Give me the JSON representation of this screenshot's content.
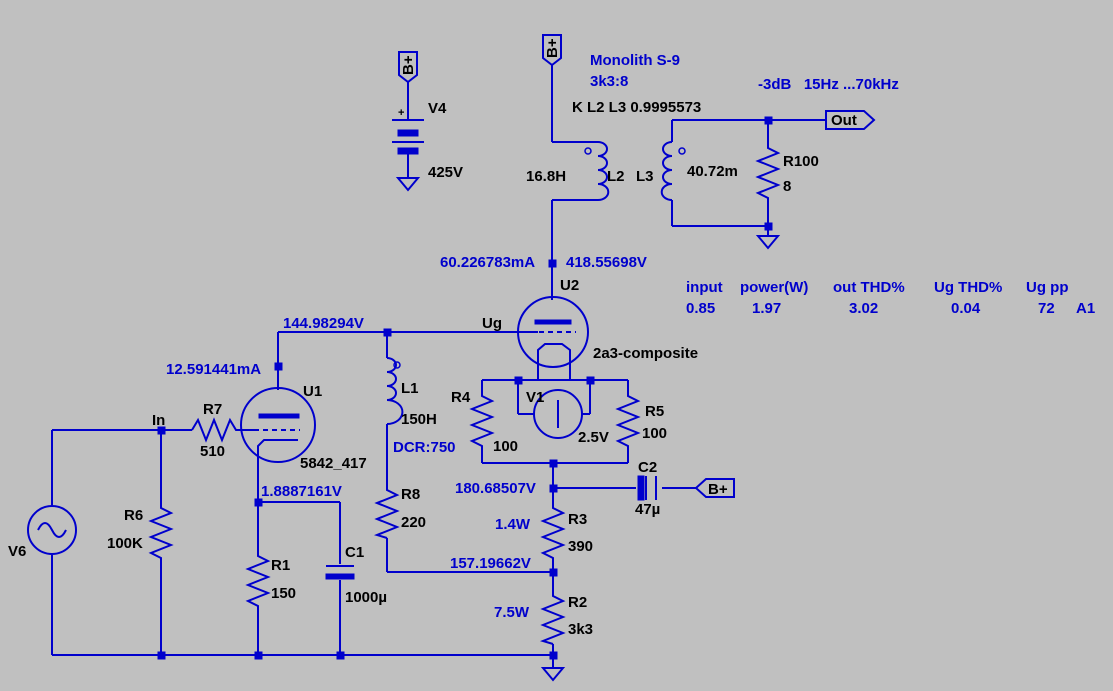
{
  "colors": {
    "background": "#c0c0c0",
    "wire": "#0000cc",
    "text": "#000000",
    "net_label": "#0000cc"
  },
  "transformer": {
    "model": "Monolith S-9",
    "ratio": "3k3:8",
    "coupling": "K L2 L3 0.9995573",
    "bandwidth": "-3dB   15Hz ...70kHz"
  },
  "supply": {
    "name": "V4",
    "value": "425V",
    "flag": "B+"
  },
  "flags": {
    "bplus_top": "B+",
    "bplus_right": "B+",
    "out": "Out"
  },
  "parts": {
    "L2": {
      "name": "L2",
      "value": "16.8H"
    },
    "L3": {
      "name": "L3",
      "value": "40.72m"
    },
    "R100": {
      "name": "R100",
      "value": "8"
    },
    "U2": {
      "name": "U2",
      "model": "2a3-composite"
    },
    "U1": {
      "name": "U1",
      "model": "5842_417"
    },
    "L1": {
      "name": "L1",
      "value": "150H",
      "dcr": "DCR:750"
    },
    "R4": {
      "name": "R4",
      "value": "100"
    },
    "R5": {
      "name": "R5",
      "value": "100"
    },
    "V1": {
      "name": "V1",
      "value": "2.5V"
    },
    "R7": {
      "name": "R7",
      "value": "510"
    },
    "R6": {
      "name": "R6",
      "value": "100K"
    },
    "V6": {
      "name": "V6"
    },
    "R8": {
      "name": "R8",
      "value": "220"
    },
    "C1": {
      "name": "C1",
      "value": "1000µ"
    },
    "R1": {
      "name": "R1",
      "value": "150"
    },
    "C2": {
      "name": "C2",
      "value": "47µ"
    },
    "R3": {
      "name": "R3",
      "value": "390",
      "power": "1.4W"
    },
    "R2": {
      "name": "R2",
      "value": "3k3",
      "power": "7.5W"
    }
  },
  "nets": {
    "in": "In",
    "ug": "Ug"
  },
  "readings": {
    "u2_current": "60.226783mA",
    "u2_plate": "418.55698V",
    "grid_node": "144.98294V",
    "u1_current": "12.591441mA",
    "u1_cathode": "1.8887161V",
    "u2_cathode": "180.68507V",
    "r2_node": "157.19662V"
  },
  "results_table": {
    "headers": [
      "input",
      "power(W)",
      "out THD%",
      "Ug THD%",
      "Ug pp"
    ],
    "values": [
      "0.85",
      "1.97",
      "3.02",
      "0.04",
      "72",
      "A1"
    ]
  }
}
